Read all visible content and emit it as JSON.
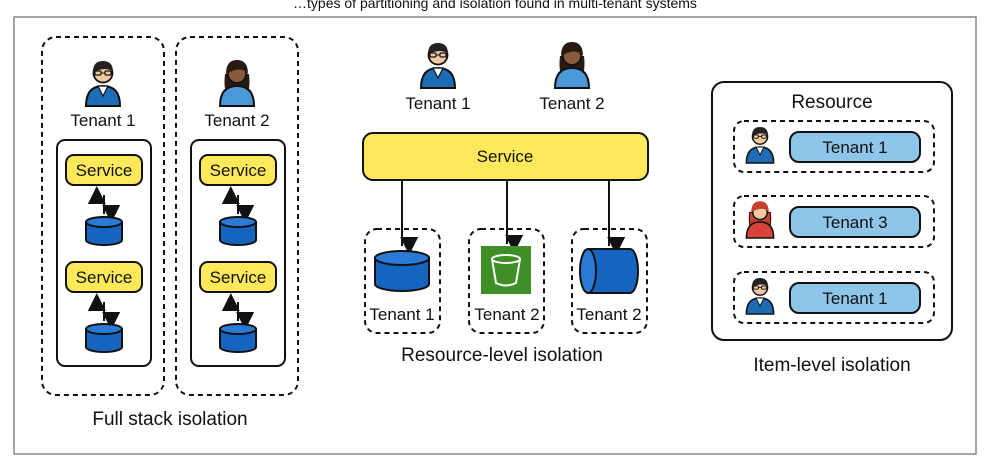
{
  "caption_top_fragment": "…types of partitioning and isolation found in multi-tenant systems",
  "colors": {
    "service_fill": "#fde95a",
    "service_stroke": "#111111",
    "db_fill": "#1565c0",
    "tenant_pill_fill": "#8ec6ea",
    "bucket_green": "#3f8f27",
    "frame": "#777777"
  },
  "full_stack": {
    "tenants": [
      {
        "label": "Tenant 1",
        "icon": "user-male-icon"
      },
      {
        "label": "Tenant 2",
        "icon": "user-female-icon"
      }
    ],
    "service_label": "Service",
    "caption": "Full stack isolation"
  },
  "resource_level": {
    "tenant_a": "Tenant 1",
    "tenant_b": "Tenant 2",
    "service_label": "Service",
    "resources": [
      {
        "label": "Tenant 1",
        "icon": "database-icon"
      },
      {
        "label": "Tenant 2",
        "icon": "s3-bucket-icon"
      },
      {
        "label": "Tenant 2",
        "icon": "horizontal-cylinder-icon"
      }
    ],
    "caption": "Resource-level isolation"
  },
  "item_level": {
    "title": "Resource",
    "items": [
      {
        "label": "Tenant 1",
        "icon": "user-male-icon"
      },
      {
        "label": "Tenant 3",
        "icon": "user-redhair-icon"
      },
      {
        "label": "Tenant 1",
        "icon": "user-male-icon"
      }
    ],
    "caption": "Item-level isolation"
  }
}
